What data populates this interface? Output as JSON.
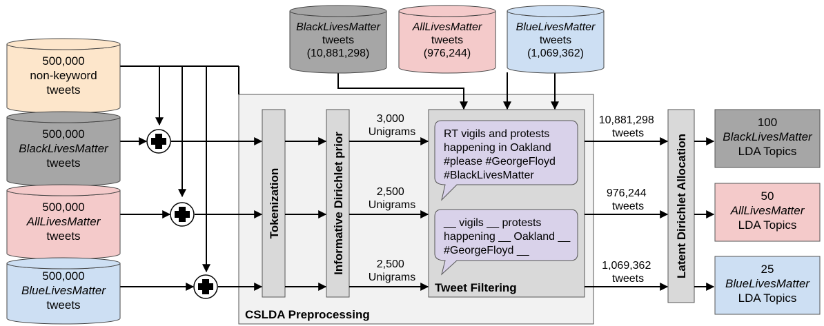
{
  "inputs": [
    {
      "lines": [
        "500,000",
        "non-keyword",
        "tweets"
      ],
      "italic": [],
      "color": "#fde6cb"
    },
    {
      "lines": [
        "500,000",
        "BlackLivesMatter",
        "tweets"
      ],
      "italic": [
        1
      ],
      "color": "#a6a6a6"
    },
    {
      "lines": [
        "500,000",
        "AllLivesMatter",
        "tweets"
      ],
      "italic": [
        1
      ],
      "color": "#f4caca"
    },
    {
      "lines": [
        "500,000",
        "BlueLivesMatter",
        "tweets"
      ],
      "italic": [
        1
      ],
      "color": "#cddff3"
    }
  ],
  "top_sources": [
    {
      "lines": [
        "BlackLivesMatter",
        "tweets",
        "(10,881,298)"
      ],
      "italic": [
        0
      ],
      "color": "#a6a6a6"
    },
    {
      "lines": [
        "AllLivesMatter",
        "tweets",
        "(976,244)"
      ],
      "italic": [
        0
      ],
      "color": "#f4caca"
    },
    {
      "lines": [
        "BlueLivesMatter",
        "tweets",
        "(1,069,362)"
      ],
      "italic": [
        0
      ],
      "color": "#cddff3"
    }
  ],
  "preprocessing": {
    "label": "CSLDA Preprocessing",
    "tokenization": "Tokenization",
    "prior": "Informative Dirichlet prior",
    "filtering": "Tweet Filtering",
    "unigrams": [
      {
        "count": "3,000",
        "unit": "Unigrams"
      },
      {
        "count": "2,500",
        "unit": "Unigrams"
      },
      {
        "count": "2,500",
        "unit": "Unigrams"
      }
    ],
    "bubble_original": [
      "RT vigils and protests",
      "happening in Oakland",
      "#please #GeorgeFloyd",
      "#BlackLivesMatter"
    ],
    "bubble_filtered": [
      "__ vigils __ protests",
      "happening __ Oakland __",
      "#GeorgeFloyd __"
    ]
  },
  "lda": {
    "label": "Latent Dirichlet Allocation",
    "counts": [
      {
        "count": "10,881,298",
        "unit": "tweets"
      },
      {
        "count": "976,244",
        "unit": "tweets"
      },
      {
        "count": "1,069,362",
        "unit": "tweets"
      }
    ]
  },
  "outputs": [
    {
      "lines": [
        "100",
        "BlackLivesMatter",
        "LDA Topics"
      ],
      "italic": [
        1
      ],
      "color": "#a6a6a6"
    },
    {
      "lines": [
        "50",
        "AllLivesMatter",
        "LDA Topics"
      ],
      "italic": [
        1
      ],
      "color": "#f4caca"
    },
    {
      "lines": [
        "25",
        "BlueLivesMatter",
        "LDA Topics"
      ],
      "italic": [
        1
      ],
      "color": "#cddff3"
    }
  ],
  "colors": {
    "bubble": "#d9d2ea",
    "bar": "#d9d9d9",
    "preproc_bg": "#f2f2f2"
  }
}
